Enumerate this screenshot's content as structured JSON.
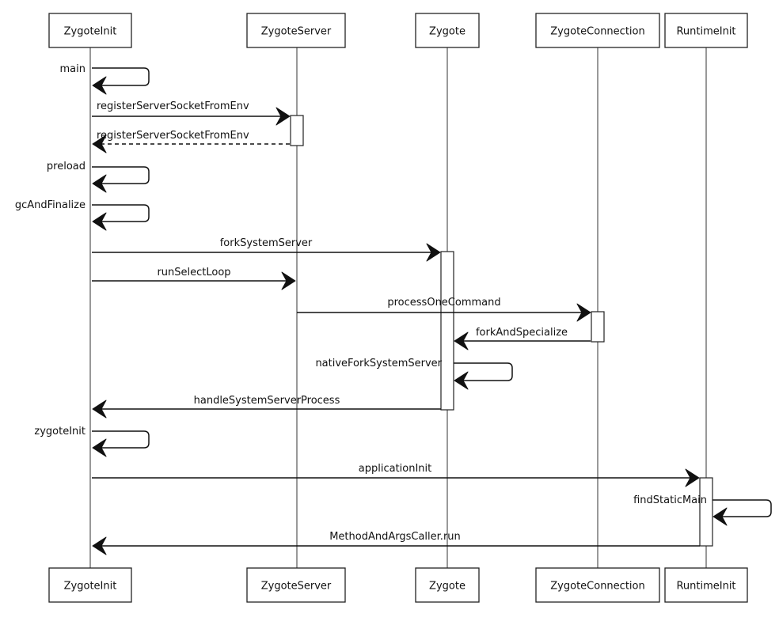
{
  "participants": [
    {
      "id": "zi",
      "name": "ZygoteInit"
    },
    {
      "id": "zs",
      "name": "ZygoteServer"
    },
    {
      "id": "zy",
      "name": "Zygote"
    },
    {
      "id": "zc",
      "name": "ZygoteConnection"
    },
    {
      "id": "ri",
      "name": "RuntimeInit"
    }
  ],
  "messages": [
    {
      "from": "zi",
      "to": "zi",
      "label": "main",
      "kind": "self"
    },
    {
      "from": "zi",
      "to": "zs",
      "label": "registerServerSocketFromEnv",
      "kind": "sync"
    },
    {
      "from": "zs",
      "to": "zi",
      "label": "registerServerSocketFromEnv",
      "kind": "return"
    },
    {
      "from": "zi",
      "to": "zi",
      "label": "preload",
      "kind": "self"
    },
    {
      "from": "zi",
      "to": "zi",
      "label": "gcAndFinalize",
      "kind": "self"
    },
    {
      "from": "zi",
      "to": "zy",
      "label": "forkSystemServer",
      "kind": "sync"
    },
    {
      "from": "zi",
      "to": "zs",
      "label": "runSelectLoop",
      "kind": "sync"
    },
    {
      "from": "zs",
      "to": "zc",
      "label": "processOneCommand",
      "kind": "sync"
    },
    {
      "from": "zc",
      "to": "zy",
      "label": "forkAndSpecialize",
      "kind": "sync"
    },
    {
      "from": "zy",
      "to": "zy",
      "label": "nativeForkSystemServer",
      "kind": "self"
    },
    {
      "from": "zy",
      "to": "zi",
      "label": "handleSystemServerProcess",
      "kind": "sync"
    },
    {
      "from": "zi",
      "to": "zi",
      "label": "zygoteInit",
      "kind": "self"
    },
    {
      "from": "zi",
      "to": "ri",
      "label": "applicationInit",
      "kind": "sync"
    },
    {
      "from": "ri",
      "to": "ri",
      "label": "findStaticMain",
      "kind": "self"
    },
    {
      "from": "ri",
      "to": "zi",
      "label": "MethodAndArgsCaller.run",
      "kind": "sync"
    }
  ]
}
